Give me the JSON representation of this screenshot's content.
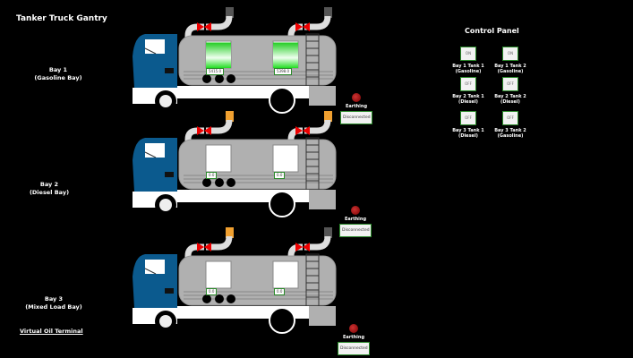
{
  "title": "Tanker Truck Gantry",
  "footer": "Virtual Oil Terminal",
  "colors": {
    "cab": "#0b5a8e",
    "tank": "#b0b0b0",
    "valve": "#e00000",
    "gasoline_fill": "#22dd22",
    "earth_red": "#b22222"
  },
  "bays": [
    {
      "name": "Bay 1",
      "type": "(Gasoline Bay)",
      "tank1_value": "5415.0",
      "tank2_value": "5398.0",
      "tank1_level": 0.95,
      "tank2_level": 0.95,
      "pipe1_color": "#555555",
      "pipe2_color": "#555555",
      "earthing_label": "Earthing",
      "earthing_status": "Disconnected"
    },
    {
      "name": "Bay 2",
      "type": "(Diesel Bay)",
      "tank1_value": "0.0",
      "tank2_value": "0.0",
      "tank1_level": 0,
      "tank2_level": 0,
      "pipe1_color": "#f0a030",
      "pipe2_color": "#f0a030",
      "earthing_label": "Earthing",
      "earthing_status": "Disconnected"
    },
    {
      "name": "Bay 3",
      "type": "(Mixed Load Bay)",
      "tank1_value": "0.0",
      "tank2_value": "0.0",
      "tank1_level": 0,
      "tank2_level": 0,
      "pipe1_color": "#f0a030",
      "pipe2_color": "#555555",
      "earthing_label": "Earthing",
      "earthing_status": "Disconnected"
    }
  ],
  "control_panel": {
    "title": "Control Panel",
    "items": [
      {
        "state": "ON",
        "label1": "Bay 1 Tank 1",
        "label2": "(Gasoline)"
      },
      {
        "state": "ON",
        "label1": "Bay 1 Tank 2",
        "label2": "(Gasoline)"
      },
      {
        "state": "OFF",
        "label1": "Bay 2 Tank 1",
        "label2": "(Diesel)"
      },
      {
        "state": "OFF",
        "label1": "Bay 2 Tank 2",
        "label2": "(Diesel)"
      },
      {
        "state": "OFF",
        "label1": "Bay 3 Tank 1",
        "label2": "(Diesel)"
      },
      {
        "state": "OFF",
        "label1": "Bay 3 Tank 2",
        "label2": "(Gasoline)"
      }
    ]
  }
}
